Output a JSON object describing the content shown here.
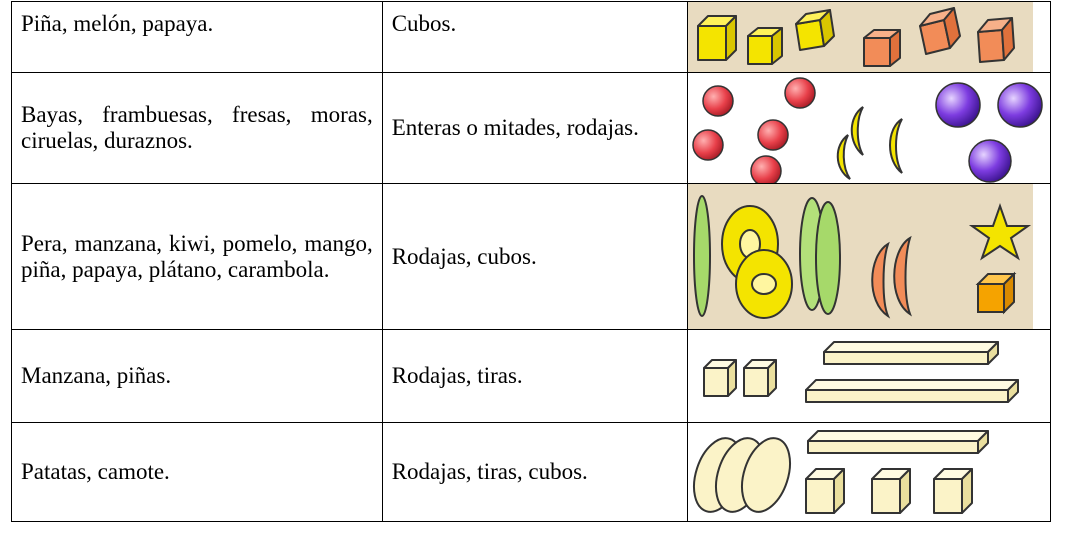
{
  "table": {
    "rows": [
      {
        "fruit": "Piña, melón, papaya.",
        "cut": "Cubos.",
        "illustration": "cubes-icon",
        "bg": "#e8dbc0"
      },
      {
        "fruit": "Bayas, frambuesas, fresas, moras, ciruelas, duraznos.",
        "cut": "Enteras o mitades, rodajas.",
        "illustration": "berries-halves-icon",
        "bg": "#ffffff"
      },
      {
        "fruit": "Pera, manzana, kiwi, pomelo, mango, piña, papaya, plátano, carambola.",
        "cut": "Rodajas, cubos.",
        "illustration": "slices-star-icon",
        "bg": "#e8dbc0"
      },
      {
        "fruit": "Manzana, piñas.",
        "cut": "Rodajas, tiras.",
        "illustration": "cubes-sticks-icon",
        "bg": "#ffffff"
      },
      {
        "fruit": "Patatas, camote.",
        "cut": "Rodajas, tiras, cubos.",
        "illustration": "slices-sticks-cubes-icon",
        "bg": "#ffffff"
      }
    ]
  }
}
